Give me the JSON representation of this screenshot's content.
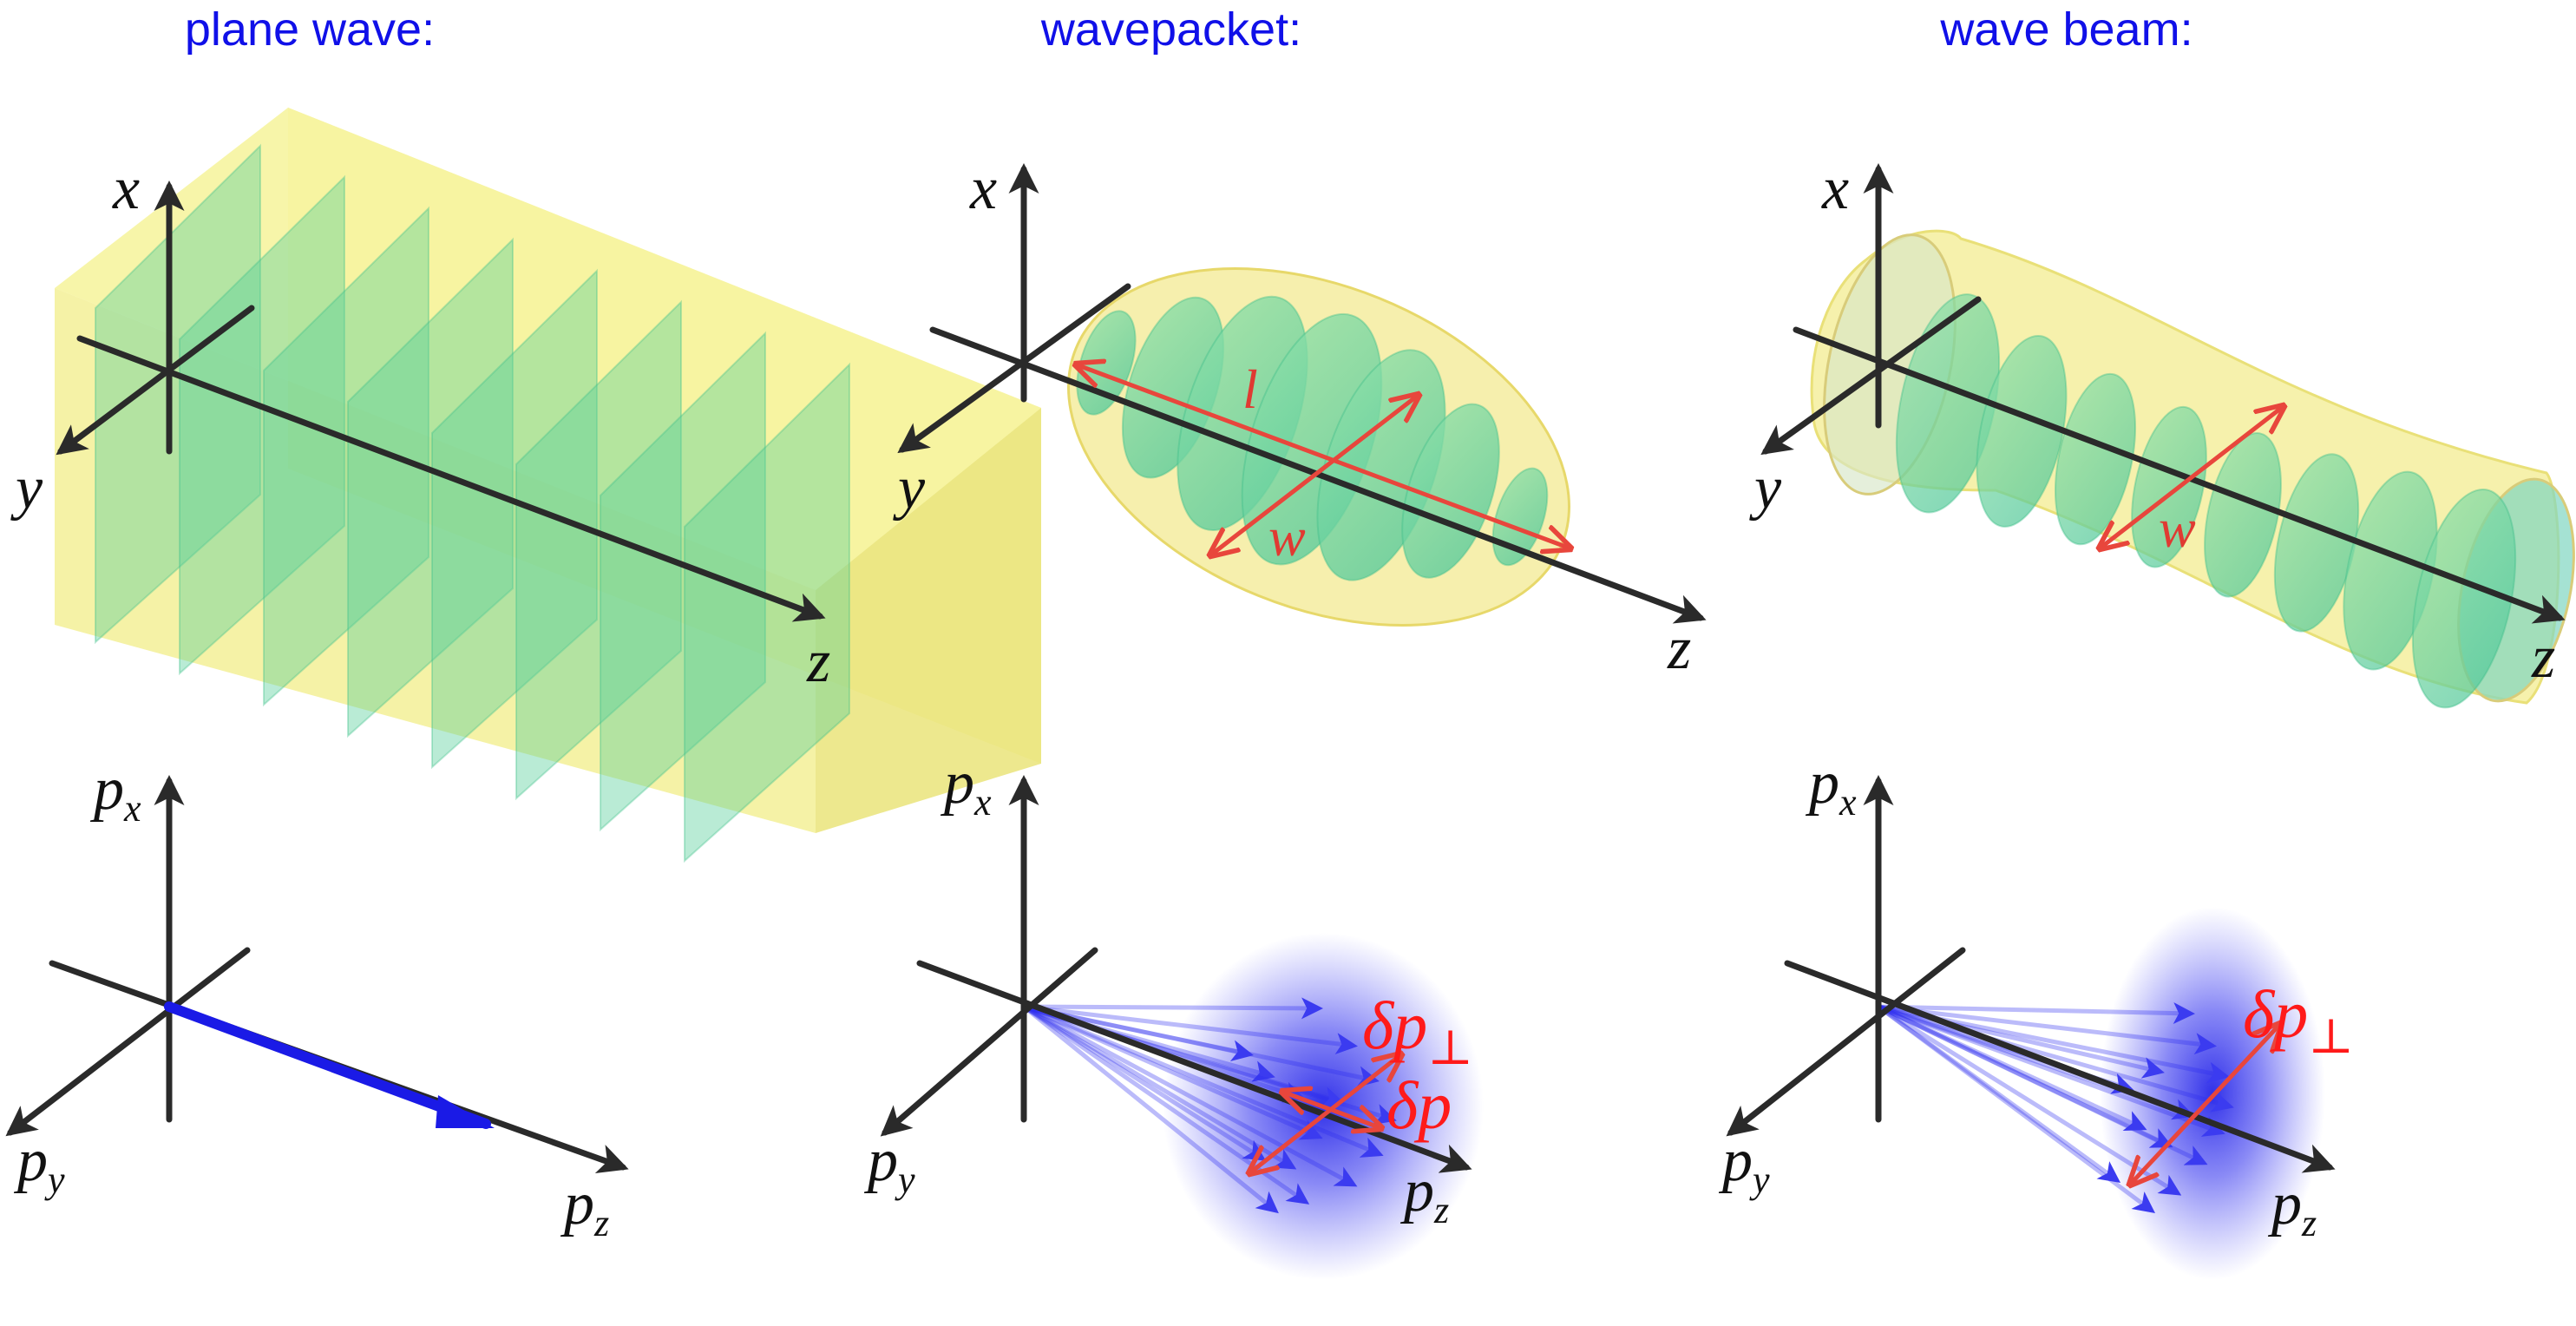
{
  "panels": {
    "plane_wave": {
      "title": "plane wave:",
      "axes": {
        "x": "x",
        "y": "y",
        "z": "z"
      },
      "momentum_axes": {
        "px_main": "p",
        "px_sub": "x",
        "py_main": "p",
        "py_sub": "y",
        "pz_main": "p",
        "pz_sub": "z"
      }
    },
    "wavepacket": {
      "title": "wavepacket:",
      "axes": {
        "x": "x",
        "y": "y",
        "z": "z"
      },
      "length_label": "l",
      "width_label": "w",
      "momentum_axes": {
        "px_main": "p",
        "px_sub": "x",
        "py_main": "p",
        "py_sub": "y",
        "pz_main": "p",
        "pz_sub": "z"
      },
      "delta_perp_main": "δp",
      "delta_perp_sub": "⊥",
      "delta_long": "δp"
    },
    "wave_beam": {
      "title": "wave beam:",
      "axes": {
        "x": "x",
        "y": "y",
        "z": "z"
      },
      "width_label": "w",
      "momentum_axes": {
        "px_main": "p",
        "px_sub": "x",
        "py_main": "p",
        "py_sub": "y",
        "pz_main": "p",
        "pz_sub": "z"
      },
      "delta_perp_main": "δp",
      "delta_perp_sub": "⊥"
    }
  },
  "colors": {
    "title": "#1010e8",
    "envelope_yellow": "#f3f08a",
    "phase_fronts": "#5ccf9a",
    "arrows_red": "#e8463c",
    "momentum_blue": "#1a1ae6",
    "axes": "#2a2a2a"
  }
}
